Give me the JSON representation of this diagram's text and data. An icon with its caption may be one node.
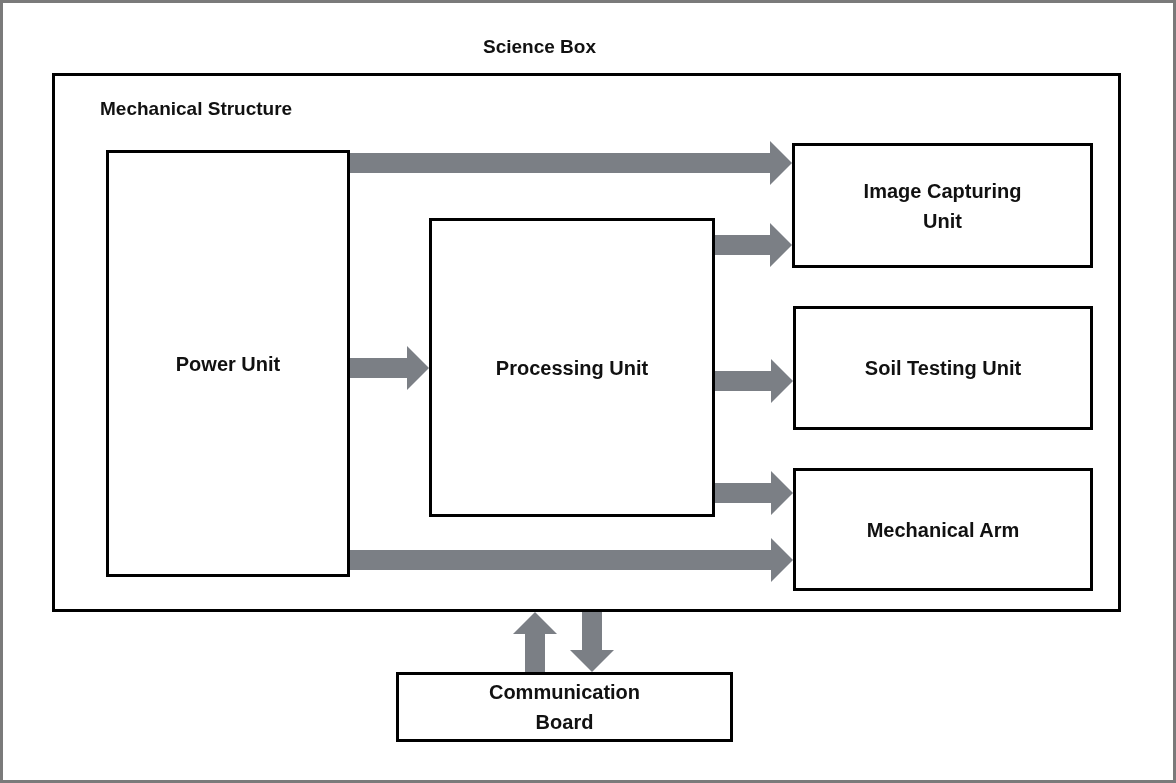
{
  "diagram": {
    "nodes": [
      {
        "text": [
          "Science Box"
        ]
      },
      {
        "text": [
          "Mechanical Structure"
        ],
        "in": 0
      },
      {
        "text": [
          "Power Unit"
        ],
        "in": 1
      },
      {
        "text": [
          "Processing Unit"
        ],
        "in": 1
      },
      {
        "text": [
          "Image Capturing Unit"
        ],
        "in": 1
      },
      {
        "text": [
          "Soil Testing Unit"
        ],
        "in": 1
      },
      {
        "text": [
          "Mechanical Arm"
        ],
        "in": 1
      },
      {
        "text": [
          "Communication Board"
        ],
        "in": 0
      }
    ],
    "edges": [
      {
        "from": 2,
        "to": 4,
        "arrow": "to"
      },
      {
        "from": 2,
        "to": 3,
        "arrow": "to"
      },
      {
        "from": 3,
        "to": 4,
        "arrow": "to"
      },
      {
        "from": 3,
        "to": 5,
        "arrow": "to"
      },
      {
        "from": 3,
        "to": 6,
        "arrow": "to"
      },
      {
        "from": 2,
        "to": 6,
        "arrow": "to"
      },
      {
        "from": 7,
        "to": 1,
        "arrow": "to"
      },
      {
        "from": 1,
        "to": 7,
        "arrow": "to"
      }
    ]
  }
}
